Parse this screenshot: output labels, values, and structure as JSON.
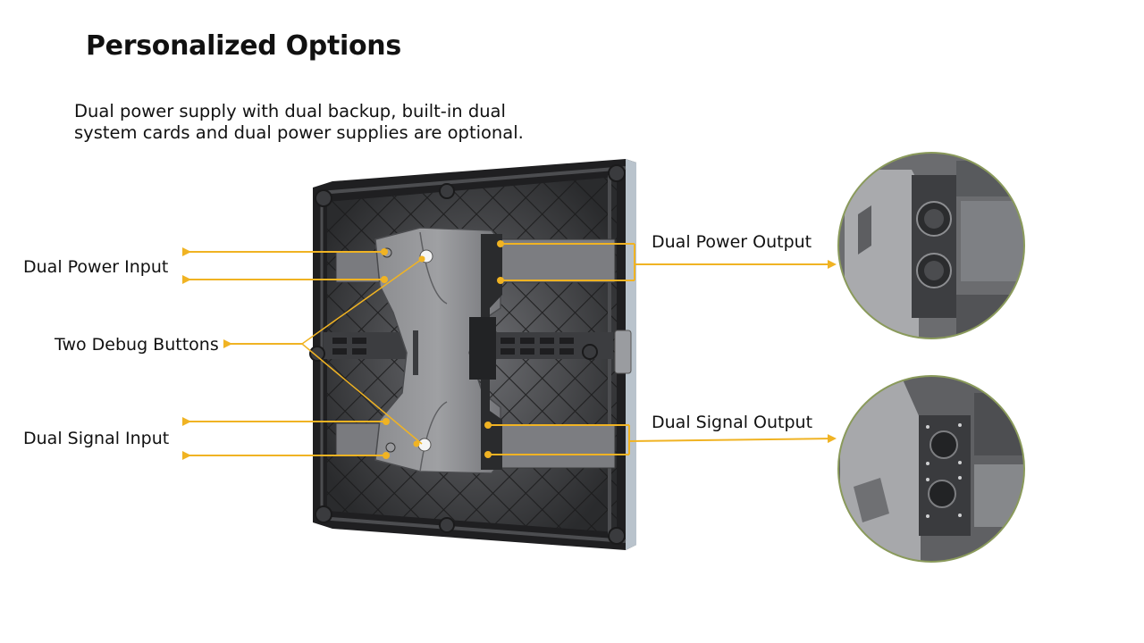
{
  "slide": {
    "title": "Personalized Options",
    "description_line1": "Dual power supply with dual backup, built-in dual",
    "description_line2": "system cards and dual power supplies are optional."
  },
  "callouts": {
    "dual_power_input": "Dual Power Input",
    "two_debug_buttons": "Two Debug Buttons",
    "dual_signal_input": "Dual Signal Input",
    "dual_power_output": "Dual Power Output",
    "dual_signal_output": "Dual Signal Output"
  },
  "images": {
    "cabinet": "LED display cabinet rear view",
    "power_output_detail": "Dual power output connectors close-up",
    "signal_output_detail": "Dual signal output connectors close-up"
  },
  "colors": {
    "arrow": "#f0b323",
    "text": "#111111",
    "circle_border": "#8a9a5b"
  }
}
